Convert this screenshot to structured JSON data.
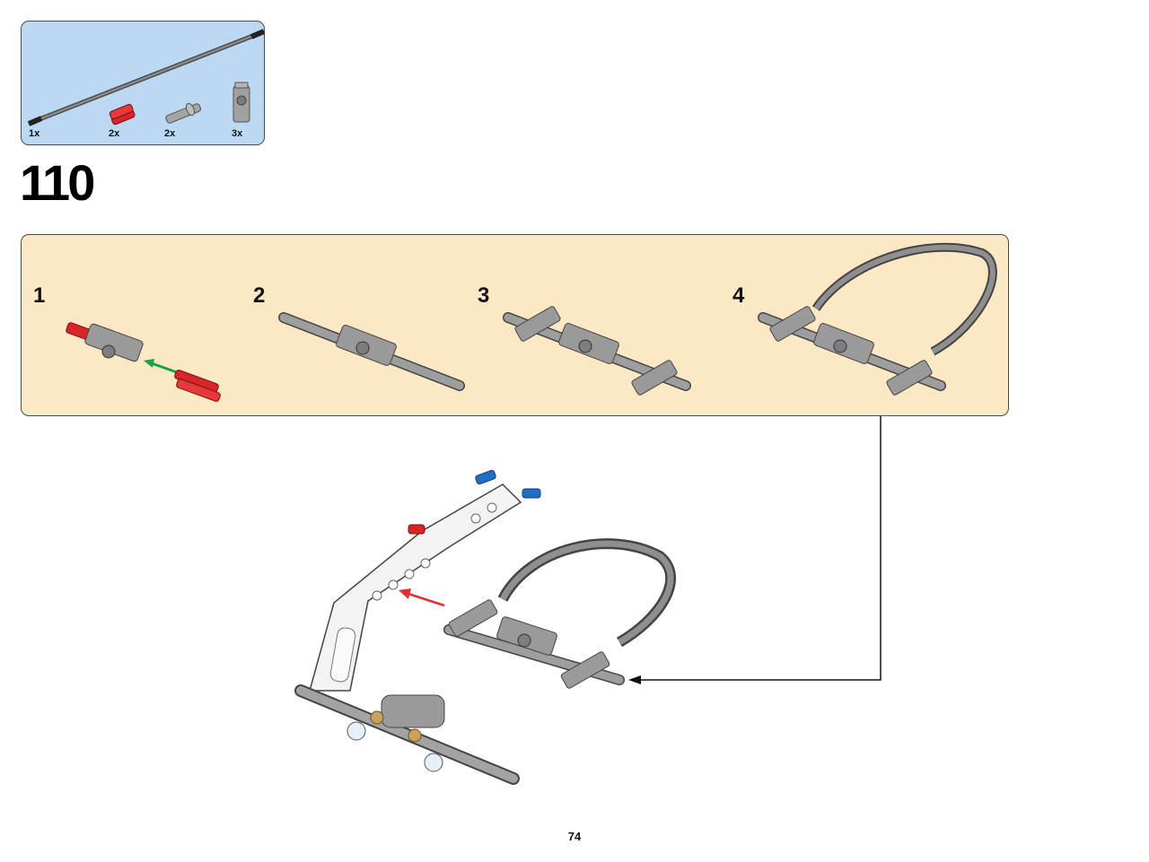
{
  "parts_list": {
    "items": [
      {
        "qty": "1x",
        "part": "flexible-axle"
      },
      {
        "qty": "2x",
        "part": "red-connector-pin"
      },
      {
        "qty": "2x",
        "part": "gray-axle-pin"
      },
      {
        "qty": "3x",
        "part": "gray-cross-block"
      }
    ]
  },
  "step": {
    "number": "110"
  },
  "substeps": [
    {
      "number": "1"
    },
    {
      "number": "2"
    },
    {
      "number": "3"
    },
    {
      "number": "4"
    }
  ],
  "page": {
    "number": "74"
  },
  "colors": {
    "parts_bg": "#bcd9f3",
    "substep_bg": "#fde8c6",
    "arrow_green": "#1aa24a",
    "arrow_red": "#e53030",
    "part_gray": "#9a9a9a",
    "part_red": "#d8252a",
    "part_blue": "#1f6fc2"
  }
}
